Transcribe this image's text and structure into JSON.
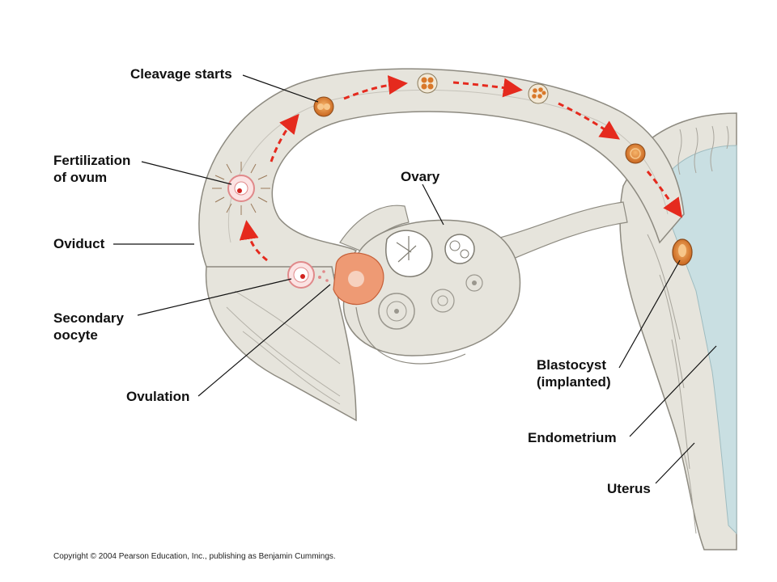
{
  "labels": {
    "cleavage_starts": "Cleavage starts",
    "fertilization_line1": "Fertilization",
    "fertilization_line2": "of ovum",
    "oviduct": "Oviduct",
    "secondary_oocyte_line1": "Secondary",
    "secondary_oocyte_line2": "oocyte",
    "ovulation": "Ovulation",
    "ovary": "Ovary",
    "blastocyst_line1": "Blastocyst",
    "blastocyst_line2": "(implanted)",
    "endometrium": "Endometrium",
    "uterus": "Uterus"
  },
  "copyright": "Copyright © 2004 Pearson Education, Inc., publishing as Benjamin Cummings.",
  "colors": {
    "tissue": "#e6e4dc",
    "tissue_outline": "#8d8a80",
    "uterine_cavity": "#c9dfe2",
    "embryo": "#d9782a",
    "arrow": "#e52a1e",
    "follicle": "#ee9a74"
  }
}
